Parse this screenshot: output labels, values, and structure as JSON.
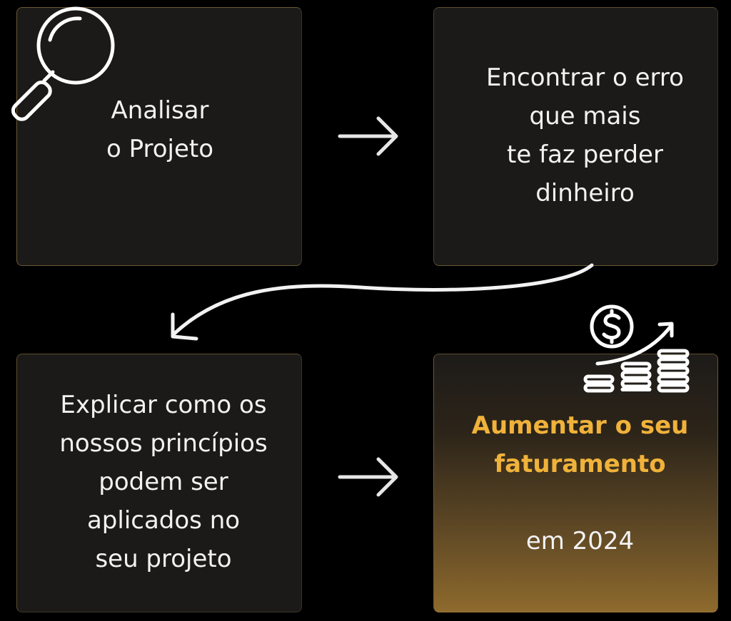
{
  "steps": [
    {
      "text": "Analisar\no Projeto"
    },
    {
      "text": "Encontrar o erro\nque mais\nte faz perder\ndinheiro"
    },
    {
      "text": "Explicar como os\nnossos princípios\npodem ser\naplicados no\nseu projeto"
    },
    {
      "highlight": "Aumentar o seu\nfaturamento",
      "text": "em 2024"
    }
  ],
  "icons": {
    "step1": "magnifying-glass-icon",
    "step4": "money-growth-icon"
  },
  "colors": {
    "highlight": "#f0b23a",
    "text": "#f2f2f2",
    "background": "#000000",
    "card": "#1b1a19"
  }
}
